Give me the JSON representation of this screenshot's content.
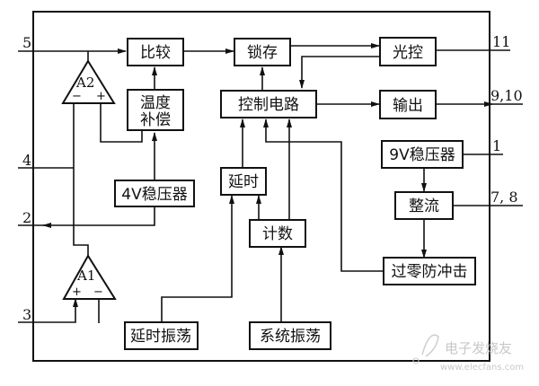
{
  "diagram": {
    "blocks": {
      "compare": "比较",
      "latch": "锁存",
      "light_control": "光控",
      "temp_comp_line1": "温度",
      "temp_comp_line2": "补偿",
      "control_circuit": "控制电路",
      "output": "输出",
      "regulator_9v": "9V稳压器",
      "regulator_4v": "4V稳压器",
      "delay": "延时",
      "rectifier": "整流",
      "counter": "计数",
      "zero_cross": "过零防冲击",
      "delay_osc": "延时振荡",
      "system_osc": "系统振荡"
    },
    "amplifiers": {
      "a2": {
        "label": "A2",
        "minus": "−",
        "plus": "+"
      },
      "a1": {
        "label": "A1",
        "plus": "+",
        "minus": "−"
      }
    },
    "pins": {
      "p5": "5",
      "p4": "4",
      "p2": "2",
      "p3": "3",
      "p11": "11",
      "p9_10": "9,10",
      "p1": "1",
      "p7_8": "7, 8"
    },
    "watermark": {
      "brand": "电子发烧友",
      "url": "www.elecfans.com"
    }
  }
}
